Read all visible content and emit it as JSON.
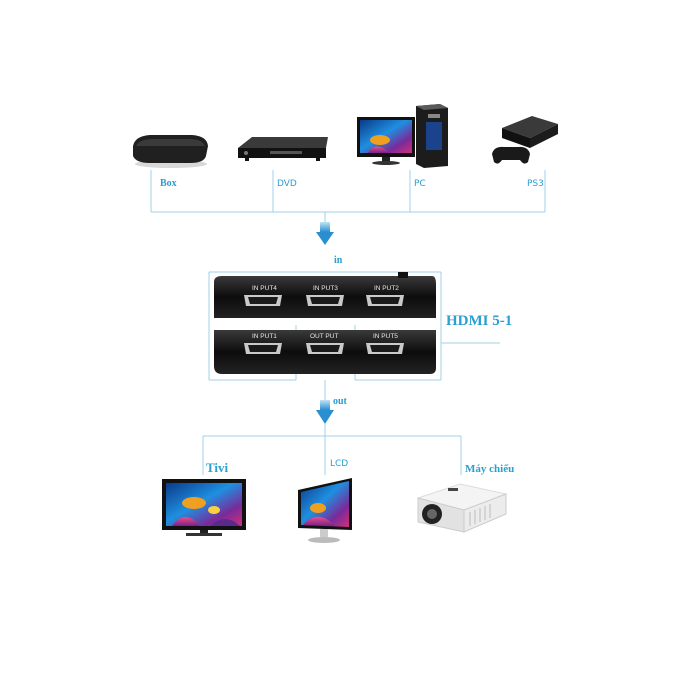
{
  "sources": {
    "box": "Box",
    "dvd": "DVD",
    "pc": "PC",
    "ps3": "PS3"
  },
  "flow": {
    "in_label": "in",
    "out_label": "out"
  },
  "switch": {
    "title": "HDMI 5-1",
    "ports": {
      "input4": "IN PUT4",
      "input3": "IN PUT3",
      "input2": "IN PUT2",
      "input1": "IN PUT1",
      "output": "OUT PUT",
      "input5": "IN PUT5"
    }
  },
  "outputs": {
    "tivi": "Tivi",
    "lcd": "LCD",
    "projector": "Máy chiếu"
  },
  "colors": {
    "line": "#9fd0ea",
    "label": "#2a9fd0",
    "arrow": "#3a9fd5",
    "device": "#1a1a1a"
  }
}
